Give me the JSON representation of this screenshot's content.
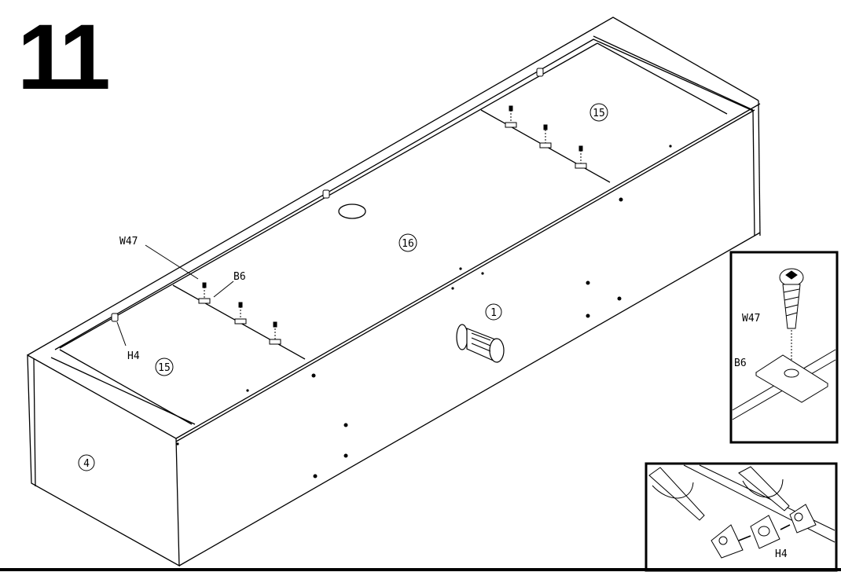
{
  "step": {
    "number": "11"
  },
  "parts": {
    "p1": "1",
    "p4": "4",
    "p15_top": "15",
    "p15_bottom": "15",
    "p16": "16"
  },
  "hardware": {
    "w47": "W47",
    "b6": "B6",
    "h4": "H4"
  },
  "inset_screw": {
    "w47": "W47",
    "b6": "B6"
  },
  "inset_cam": {
    "h4": "H4"
  }
}
